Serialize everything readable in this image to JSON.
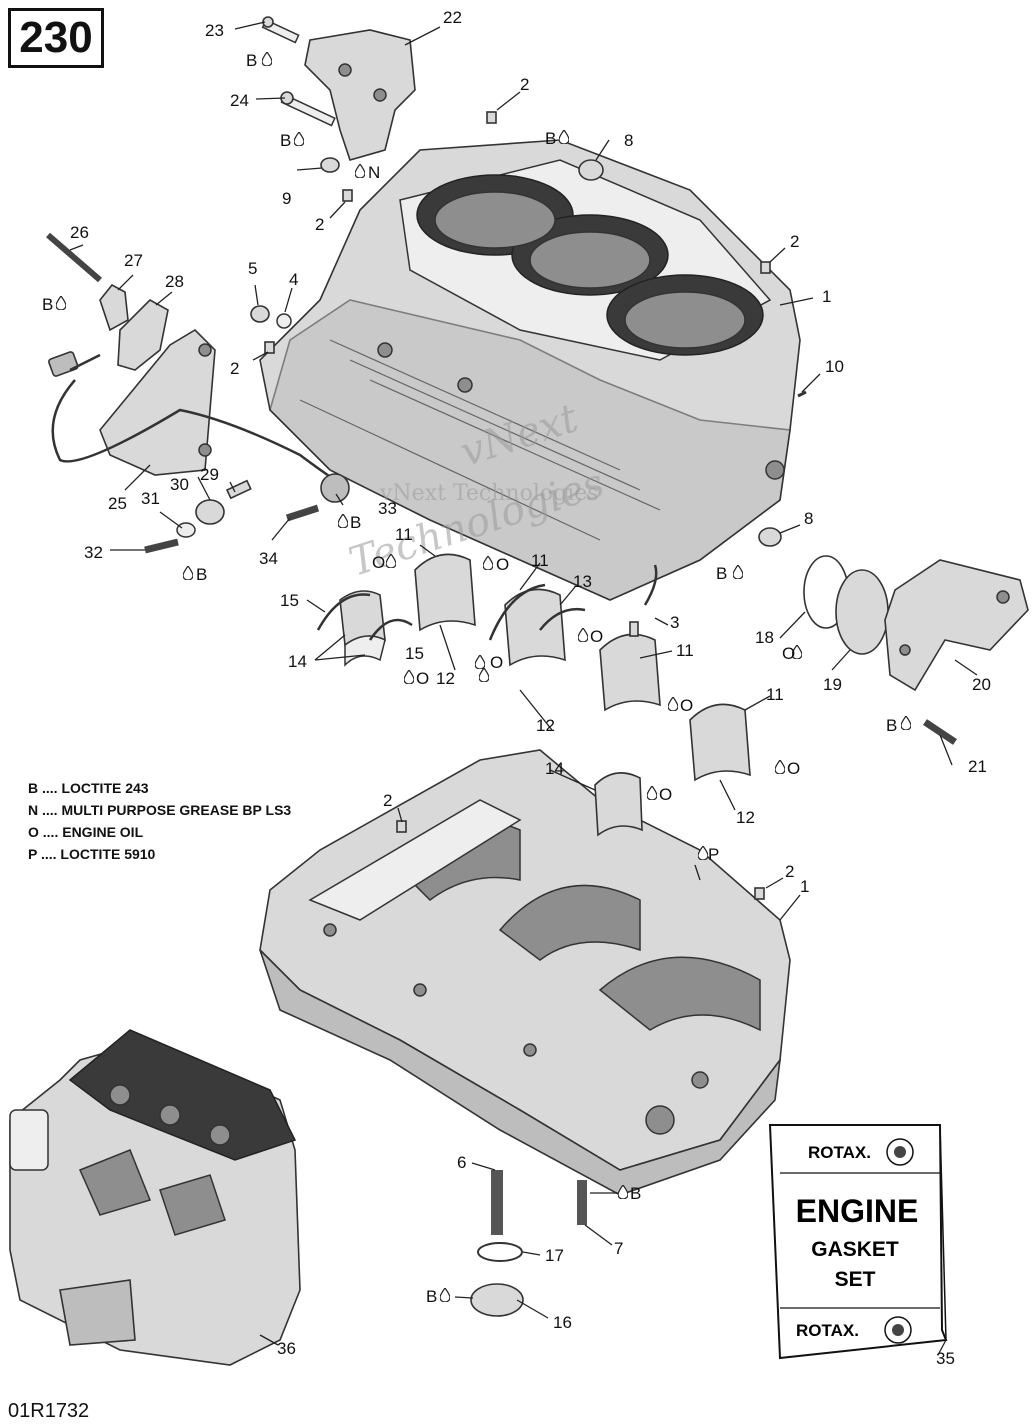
{
  "page_number": "230",
  "drawing_id": "01R1732",
  "watermark": {
    "line1": "vNext Technologies",
    "line2": "vNext",
    "line3": "Technologies"
  },
  "legend": [
    {
      "code": "B",
      "text": "B .... LOCTITE 243"
    },
    {
      "code": "N",
      "text": "N .... MULTI PURPOSE GREASE BP LS3"
    },
    {
      "code": "O",
      "text": "O .... ENGINE OIL"
    },
    {
      "code": "P",
      "text": "P .... LOCTITE 5910"
    }
  ],
  "gasket_card": {
    "brand_top": "ROTAX.",
    "title": "ENGINE",
    "line2": "GASKET",
    "line3": "SET",
    "brand_bottom": "ROTAX."
  },
  "callouts": {
    "c1a": "1",
    "c1b": "1",
    "c2a": "2",
    "c2b": "2",
    "c2c": "2",
    "c2d": "2",
    "c2e": "2",
    "c2f": "2",
    "c3": "3",
    "c4": "4",
    "c5": "5",
    "c6": "6",
    "c7": "7",
    "c8a": "8",
    "c8b": "8",
    "c9": "9",
    "c10": "10",
    "c11a": "11",
    "c11b": "11",
    "c11c": "11",
    "c11d": "11",
    "c12a": "12",
    "c12b": "12",
    "c12c": "12",
    "c13": "13",
    "c14a": "14",
    "c14b": "14",
    "c15a": "15",
    "c15b": "15",
    "c16": "16",
    "c17": "17",
    "c18": "18",
    "c19": "19",
    "c20": "20",
    "c21": "21",
    "c22": "22",
    "c23": "23",
    "c24": "24",
    "c25": "25",
    "c26": "26",
    "c27": "27",
    "c28": "28",
    "c29": "29",
    "c30": "30",
    "c31": "31",
    "c32": "32",
    "c33": "33",
    "c34": "34",
    "c35": "35",
    "c36": "36"
  },
  "compound_codes": {
    "b": "B",
    "n": "N",
    "o": "O",
    "p": "P"
  }
}
